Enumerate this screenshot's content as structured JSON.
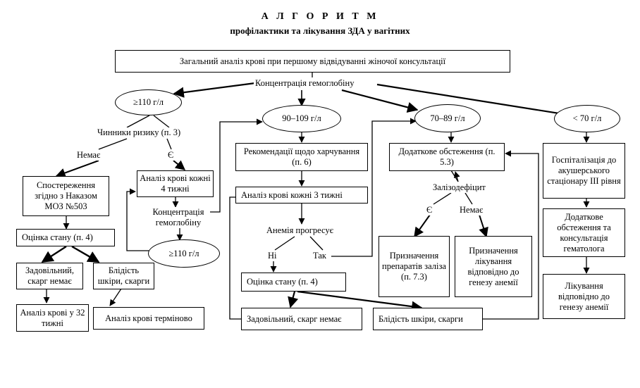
{
  "title": "А Л Г О Р И Т М",
  "subtitle": "профілактики та лікування ЗДА у вагітних",
  "nodes": {
    "top": "Загальний аналіз крові при першому відвідуванні жіночої консультації",
    "hb": "Концентрація гемоглобіну",
    "g110": "≥110 г/л",
    "g90": "90–109 г/л",
    "g70": "70–89 г/л",
    "g0": "< 70 г/л",
    "risk": "Чинники ризику (п. 3)",
    "nemae1": "Немає",
    "ye1": "Є",
    "observe": "Спостереження згідно з Наказом МОЗ №503",
    "analysis4": "Аналіз крові кожні 4 тижні",
    "hb2": "Концентрація гемоглобіну",
    "g110b": "≥110 г/л",
    "state1": "Оцінка стану (п. 4)",
    "ok1": "Задовільний, скарг немає",
    "pale1": "Блідість шкіри, скарги",
    "a32": "Аналіз крові у 32 тижні",
    "urgent": "Аналіз крові терміново",
    "diet": "Рекомендації щодо харчування (п. 6)",
    "analysis3": "Аналіз крові кожні 3 тижні",
    "progress": "Анемія прогресує",
    "ni": "Ні",
    "tak": "Так",
    "state2": "Оцінка стану (п. 4)",
    "ok2": "Задовільний, скарг немає",
    "pale2": "Блідість шкіри, скарги",
    "extra": "Додаткове обстеження (п. 5.3)",
    "irondef": "Залізодефіцит",
    "ye2": "Є",
    "nemae2": "Немає",
    "iron": "Призначення препаратів заліза (п. 7.3)",
    "treat": "Призначення лікування відповідно до генезу анемії",
    "hosp": "Госпіталізація до акушерського стаціонару ІІІ рівня",
    "extra2": "Додаткове обстеження та консультація гематолога",
    "treat2": "Лікування відповідно до генезу анемії"
  }
}
